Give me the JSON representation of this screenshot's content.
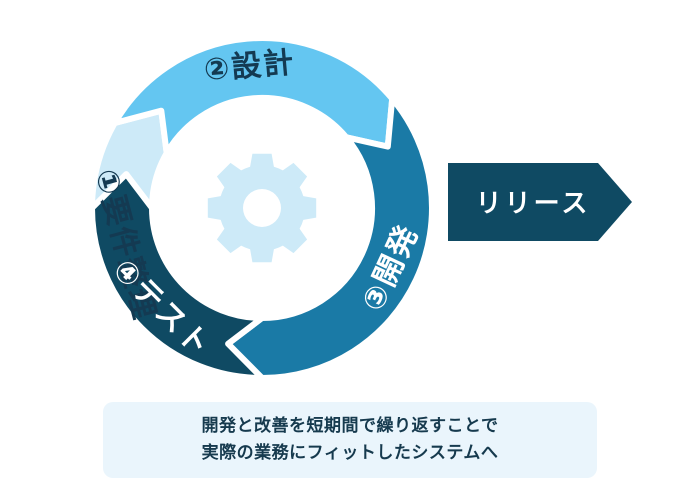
{
  "cycle": {
    "steps": [
      {
        "label": "①要件整理",
        "color": "#cdeaf8",
        "text_color": "#143a52"
      },
      {
        "label": "②設計",
        "color": "#64c6f1",
        "text_color": "#143a52"
      },
      {
        "label": "③開発",
        "color": "#1a7aa6",
        "text_color": "#ffffff"
      },
      {
        "label": "④テスト",
        "color": "#0f4a63",
        "text_color": "#ffffff"
      }
    ],
    "gear_icon": "gear-icon",
    "gear_color": "#cdeaf8"
  },
  "release": {
    "label": "リリース",
    "color": "#0f4a63",
    "text_color": "#ffffff"
  },
  "caption": {
    "line1": "開発と改善を短期間で繰り返すことで",
    "line2": "実際の業務にフィットしたシステムへ"
  }
}
